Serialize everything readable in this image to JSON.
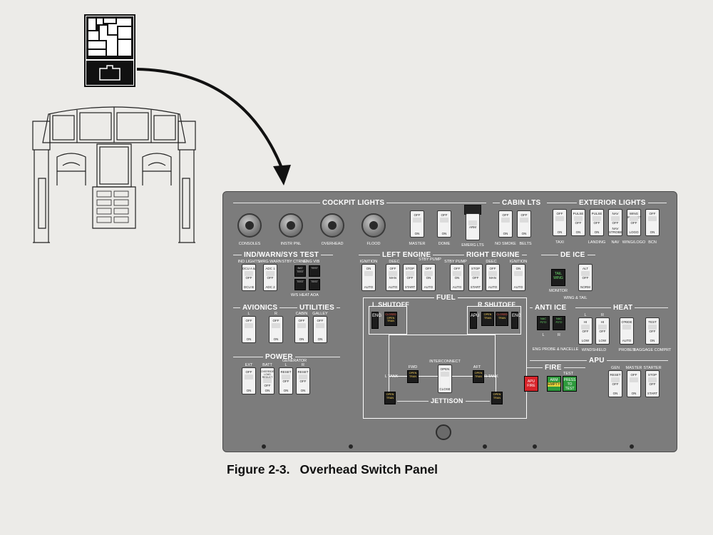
{
  "caption": {
    "figure": "Figure 2-3.",
    "title": "Overhead Switch Panel"
  },
  "panel": {
    "sections": {
      "cockpit_lights": "COCKPIT LIGHTS",
      "cabin_lts": "CABIN LTS",
      "exterior_lights": "EXTERIOR LIGHTS",
      "ind_warn": "IND/WARN/SYS TEST",
      "left_engine": "LEFT ENGINE",
      "right_engine": "RIGHT ENGINE",
      "de_ice": "DE ICE",
      "avionics": "AVIONICS",
      "utilities": "UTILITIES",
      "fuel": "FUEL",
      "l_shutoff": "L SHUTOFF",
      "r_shutoff": "R SHUTOFF",
      "anti_ice": "ANTI ICE",
      "heat": "HEAT",
      "power": "POWER",
      "apu": "APU",
      "fire": "FIRE",
      "jettison": "JETTISON"
    },
    "knobs": [
      "CONSOLES",
      "INSTR PNL",
      "OVERHEAD",
      "FLOOD"
    ],
    "cockpit_switches": [
      {
        "label": "MASTER",
        "top": "OFF",
        "bottom": "ON"
      },
      {
        "label": "DOME",
        "top": "OFF",
        "bottom": "ON"
      }
    ],
    "emerg": {
      "label": "EMERG LTS",
      "text": "ARM"
    },
    "cabin_switches": [
      {
        "label": "NO SMOKE",
        "top": "OFF",
        "bottom": "ON"
      },
      {
        "label": "BELTS",
        "top": "OFF",
        "bottom": "ON"
      }
    ],
    "exterior_switches": [
      {
        "top": "OFF",
        "mid": "",
        "bottom": "ON"
      },
      {
        "top": "PULSE",
        "mid": "OFF",
        "bottom": "ON"
      },
      {
        "top": "PULSE",
        "mid": "OFF",
        "bottom": "ON"
      },
      {
        "top": "NAV",
        "mid": "OFF",
        "bottom": "NAV STROBE"
      },
      {
        "top": "WING INSPECT",
        "mid": "OFF",
        "bottom": "LOGO"
      },
      {
        "top": "OFF",
        "mid": "",
        "bottom": "ON"
      }
    ],
    "exterior_labels": [
      "TAXI",
      "LANDING",
      "NAV",
      "WING/LOGO",
      "BCN"
    ],
    "ind_headers": [
      "IND LIGHTS",
      "WRG WARN",
      "STBY CTRNG",
      "ENG VIB"
    ],
    "ind_switches": [
      {
        "top": "DCU A & LTS",
        "mid": "OFF",
        "bottom": "DCU B"
      },
      {
        "top": "ADC 1",
        "mid": "OFF",
        "bottom": "ADC 2"
      }
    ],
    "ind_buttons": [
      "BAT TEST",
      "TEST",
      "TEST",
      "TEST"
    ],
    "ind_sub_labels": [
      "W/S HEAT",
      "AOA"
    ],
    "engine_headers": [
      "IGNITION",
      "DEEC",
      "STBY PUMP"
    ],
    "engine_headers_r": [
      "STBY PUMP",
      "DEEC",
      "IGNITION"
    ],
    "left_engine_switches": [
      {
        "top": "ON",
        "mid": "",
        "bottom": "AUTO"
      },
      {
        "top": "OFF",
        "mid": "MAN",
        "bottom": "AUTO"
      },
      {
        "top": "STOP",
        "mid": "OFF",
        "bottom": "START"
      },
      {
        "top": "OFF",
        "mid": "ON",
        "bottom": "AUTO"
      }
    ],
    "right_engine_switches": [
      {
        "top": "OFF",
        "mid": "ON",
        "bottom": "AUTO"
      },
      {
        "top": "STOP",
        "mid": "OFF",
        "bottom": "START"
      },
      {
        "top": "OFF",
        "mid": "MAN",
        "bottom": "AUTO"
      },
      {
        "top": "ON",
        "mid": "",
        "bottom": "AUTO"
      }
    ],
    "deice": {
      "button_top": "TAIL",
      "button_bottom": "WING",
      "monitor": "MONITOR",
      "switch": {
        "top": "ALT",
        "mid": "OFF",
        "bottom": "NORM"
      },
      "footer": "WING & TAIL"
    },
    "avionics_switches": [
      {
        "label": "L",
        "top": "OFF",
        "bottom": "ON"
      },
      {
        "label": "R",
        "top": "OFF",
        "bottom": "ON"
      }
    ],
    "utility_switches": [
      {
        "label": "CABIN",
        "top": "OFF",
        "bottom": "ON"
      },
      {
        "label": "GALLEY",
        "top": "OFF",
        "bottom": "ON"
      }
    ],
    "power_headers": [
      "EXT",
      "BATT",
      "GENERATOR",
      "L",
      "R"
    ],
    "power_switches": [
      {
        "top": "OFF",
        "mid": "",
        "bottom": "ON"
      },
      {
        "top": "OVERRIDE LOAD REDUCT",
        "mid": "OFF",
        "bottom": "ON"
      },
      {
        "top": "RESET",
        "mid": "OFF",
        "bottom": "ON"
      },
      {
        "top": "RESET",
        "mid": "OFF",
        "bottom": "ON"
      }
    ],
    "fuel": {
      "eng": "ENG",
      "apu": "APU",
      "l_buttons": [
        "CLOSED",
        "OPEN"
      ],
      "l_trans": "TRAN",
      "r_buttons": [
        "OPEN",
        "CLOSED"
      ],
      "l_tank": "L TANK",
      "r_tank": "R TANK",
      "fwd": "FWD",
      "aft": "AFT",
      "interconnect": "INTERCONNECT",
      "ic_open": "OPEN",
      "ic_close": "CLOSE",
      "valve_open": "OPEN",
      "valve_tran": "TRAN"
    },
    "anti_ice_buttons": [
      "NAC",
      "NAC"
    ],
    "anti_ice_sub": [
      "P2T2",
      "P2T2"
    ],
    "anti_ice_lr": [
      "L",
      "R"
    ],
    "anti_ice_footer": "ENG PROBE & NACELLE",
    "heat_headers": [
      "L",
      "R"
    ],
    "heat_switches": [
      {
        "top": "HI",
        "mid": "OFF",
        "bottom": "LOW"
      },
      {
        "top": "HI",
        "mid": "OFF",
        "bottom": "LOW"
      },
      {
        "top": "O'RIDE",
        "mid": "",
        "bottom": "AUTO"
      },
      {
        "top": "TEST",
        "mid": "OFF",
        "bottom": "ON"
      }
    ],
    "heat_labels": [
      "WINDSHIELD",
      "PROBES",
      "BAGGAGE COMPRT"
    ],
    "fire_buttons": [
      {
        "top": "APU",
        "bottom": "FIRE"
      },
      {
        "top": "ARM",
        "bottom": "EMPTY"
      },
      {
        "top": "PRESS TO",
        "bottom": "TEST"
      }
    ],
    "fire_test": "TEST",
    "apu_headers": [
      "GEN",
      "MASTER",
      "STARTER"
    ],
    "apu_switches": [
      {
        "top": "RESET",
        "mid": "OFF",
        "bottom": "ON"
      },
      {
        "top": "OFF",
        "mid": "",
        "bottom": "ON"
      },
      {
        "top": "STOP",
        "mid": "OFF",
        "bottom": "START"
      }
    ]
  },
  "colors": {
    "panel": "#7c7c7c",
    "switch": "#f2f2f2",
    "fire_red": "#d8232a",
    "arm_green": "#2e9a3c",
    "arrow": "#111111"
  }
}
